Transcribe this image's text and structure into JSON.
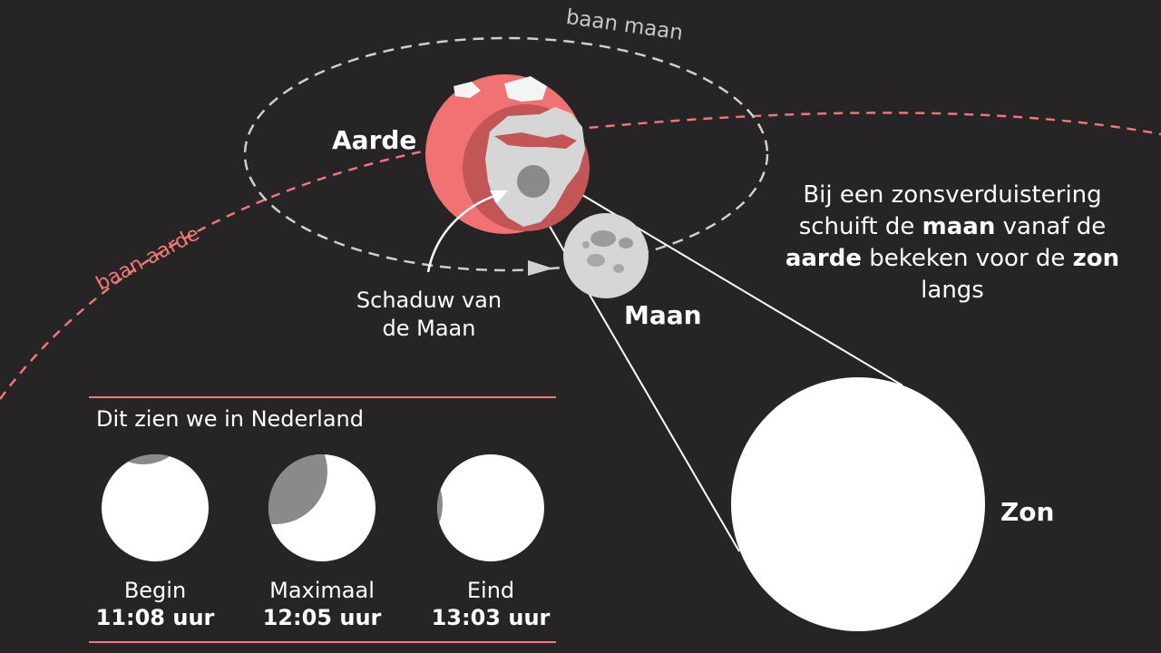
{
  "colors": {
    "background": "#262425",
    "earth_red": "#f07273",
    "earth_dark": "#c25656",
    "moon_gray": "#d6d6d6",
    "shadow_gray": "#8a8a8a",
    "orbit_moon": "#d0cfcf",
    "orbit_earth": "#ef7676",
    "sun": "#ffffff",
    "divider": "#f07878"
  },
  "labels": {
    "orbit_moon": "baan maan",
    "orbit_earth": "baan aarde",
    "earth": "Aarde",
    "moon": "Maan",
    "sun": "Zon",
    "shadow_line1": "Schaduw van",
    "shadow_line2": "de Maan"
  },
  "explanation": {
    "part1": "Bij een zonsverduistering schuift de ",
    "moon": "maan",
    "part2": " vanaf de ",
    "earth": "aarde",
    "part3": " bekeken voor de ",
    "sun": "zon",
    "part4": " langs"
  },
  "netherlands": {
    "heading": "Dit zien we in Nederland",
    "phases": [
      {
        "name": "Begin",
        "time": "11:08 uur"
      },
      {
        "name": "Maximaal",
        "time": "12:05 uur"
      },
      {
        "name": "Eind",
        "time": "13:03 uur"
      }
    ]
  },
  "icons": {
    "earth": "earth-globe-icon",
    "moon": "moon-icon",
    "sun": "sun-disc-icon"
  }
}
